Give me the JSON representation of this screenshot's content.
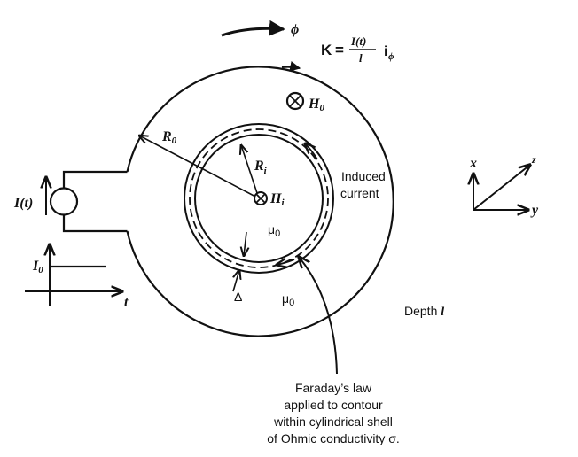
{
  "figure": {
    "phi_label": "ϕ",
    "surface_current": {
      "lhs": "K",
      "eq": "=",
      "numerator": "I(t)",
      "denominator": "l",
      "unit_vector": "i",
      "unit_sub": "ϕ"
    },
    "H0": {
      "symbol": "H",
      "sub": "0"
    },
    "Hi": {
      "symbol": "H",
      "sub": "i"
    },
    "R0": {
      "symbol": "R",
      "sub": "0"
    },
    "Ri": {
      "symbol": "R",
      "sub": "i"
    },
    "source_label": "I(t)",
    "step_level": {
      "symbol": "I",
      "sub": "0"
    },
    "time_axis": "t",
    "induced_current": [
      "Induced",
      "current"
    ],
    "mu_inner": {
      "symbol": "μ",
      "sub": "0"
    },
    "mu_outer": {
      "symbol": "μ",
      "sub": "0"
    },
    "delta": "Δ",
    "depth": {
      "text": "Depth",
      "var": "l"
    },
    "axes": {
      "x": "x",
      "y": "y",
      "z": "z"
    },
    "caption": [
      "Faraday’s law",
      "applied to contour",
      "within cylindrical shell",
      "of Ohmic conductivity σ."
    ]
  }
}
